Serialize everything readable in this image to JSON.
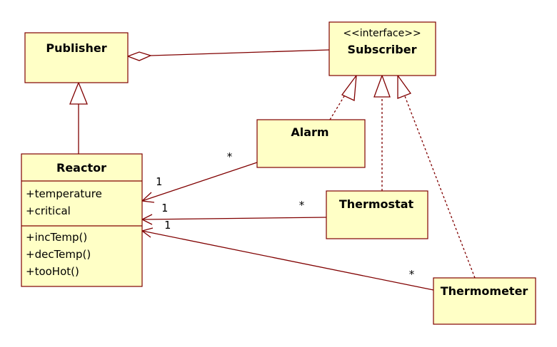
{
  "classes": {
    "publisher": {
      "name": "Publisher"
    },
    "subscriber": {
      "stereotype": "<<interface>>",
      "name": "Subscriber"
    },
    "alarm": {
      "name": "Alarm"
    },
    "reactor": {
      "name": "Reactor",
      "attributes": [
        "+temperature",
        "+critical"
      ],
      "operations": [
        "+incTemp()",
        "+decTemp()",
        "+tooHot()"
      ]
    },
    "thermostat": {
      "name": "Thermostat"
    },
    "thermometer": {
      "name": "Thermometer"
    }
  },
  "multiplicities": {
    "alarm_reactor": {
      "reactor_end": "1",
      "alarm_end": "*"
    },
    "thermostat_reactor": {
      "reactor_end": "1",
      "thermostat_end": "*"
    },
    "thermometer_reactor": {
      "reactor_end": "1",
      "thermometer_end": "*"
    }
  },
  "colors": {
    "box_fill": "#ffffc6",
    "line": "#800000"
  }
}
